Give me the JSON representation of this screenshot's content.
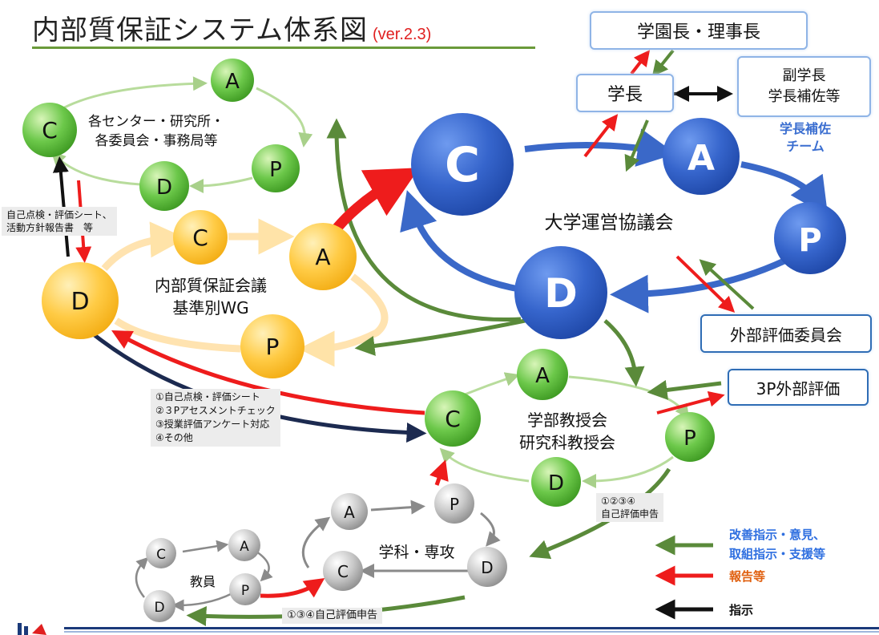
{
  "title": {
    "main": "内部質保証システム体系図",
    "version": "(ver.2.3)"
  },
  "boxes": {
    "president_board": "学園長・理事長",
    "president": "学長",
    "vice_president_line1": "副学長",
    "vice_president_line2": "学長補佐等",
    "president_team_line1": "学長補佐",
    "president_team_line2": "チーム",
    "external_eval_committee": "外部評価委員会",
    "external_eval_3p": "3P外部評価"
  },
  "cycles": {
    "center": {
      "label_line1": "各センター・研究所・",
      "label_line2": "各委員会・事務局等",
      "c": "C",
      "a": "A",
      "p": "P",
      "d": "D"
    },
    "quality": {
      "label_line1": "内部質保証会議",
      "label_line2": "基準別WG",
      "c": "C",
      "a": "A",
      "p": "P",
      "d": "D"
    },
    "council": {
      "label": "大学運営協議会",
      "c": "C",
      "a": "A",
      "p": "P",
      "d": "D"
    },
    "faculty": {
      "label_line1": "学部教授会",
      "label_line2": "研究科教授会",
      "c": "C",
      "a": "A",
      "p": "P",
      "d": "D"
    },
    "department": {
      "label": "学科・専攻",
      "c": "C",
      "a": "A",
      "p": "P",
      "d": "D"
    },
    "teacher": {
      "label": "教員",
      "c": "C",
      "a": "A",
      "p": "P",
      "d": "D"
    }
  },
  "notes": {
    "self_check_line1": "自己点検・評価シート、",
    "self_check_line2": "活動方針報告書　等",
    "items_line1": "①自己点検・評価シート",
    "items_line2": "②３Pアセスメントチェック",
    "items_line3": "③授業評価アンケート対応",
    "items_line4": "④その他",
    "faculty_report_line1": "①②③④",
    "faculty_report_line2": "自己評価申告",
    "teacher_report": "①③④自己評価申告"
  },
  "legend": {
    "green_line1": "改善指示・意見、",
    "green_line2": "取組指示・支援等",
    "red": "報告等",
    "black": "指示",
    "green_color": "#5a8a3a",
    "red_color": "#ee1c1c",
    "black_color": "#111111"
  },
  "colors": {
    "council_blue": "#2f62c4",
    "green_node": "#52b832",
    "yellow_node": "#ffc83a",
    "gray_node": "#a8a8a8",
    "navy": "#1c2a50"
  }
}
